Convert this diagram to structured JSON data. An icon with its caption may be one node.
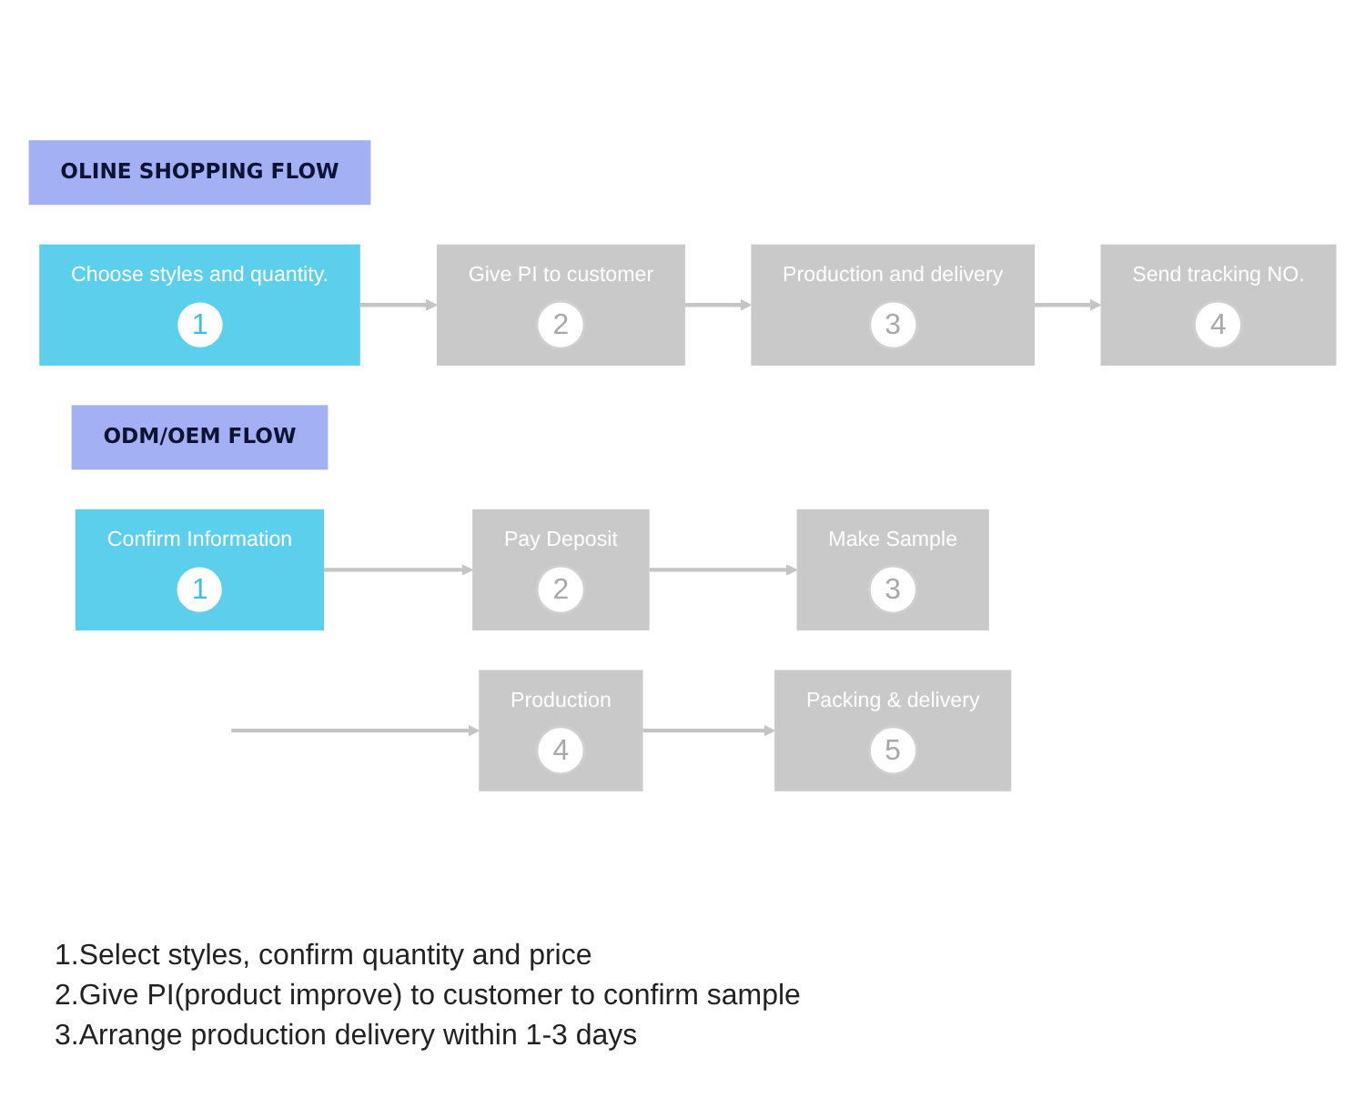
{
  "diagram": {
    "nodes": [
      {
        "text": [
          "OLINE SHOPPING FLOW"
        ]
      },
      {
        "text": [
          "Choose styles and quantity.",
          "1"
        ]
      },
      {
        "text": [
          "Give PI to customer",
          "2"
        ]
      },
      {
        "text": [
          "Production and delivery",
          "3"
        ]
      },
      {
        "text": [
          "Send tracking NO.",
          "4"
        ]
      },
      {
        "text": [
          "ODM/OEM FLOW"
        ]
      },
      {
        "text": [
          "Confirm Information",
          "1"
        ]
      },
      {
        "text": [
          "Pay Deposit",
          "2"
        ]
      },
      {
        "text": [
          "Make Sample",
          "3"
        ]
      },
      {
        "text": [
          "Production",
          "4"
        ]
      },
      {
        "text": [
          "Packing & delivery",
          "5"
        ]
      }
    ],
    "edges": [
      {
        "from": 1,
        "to": 2,
        "arrow": "to"
      },
      {
        "from": 2,
        "to": 3,
        "arrow": "to"
      },
      {
        "from": 3,
        "to": 4,
        "arrow": "to"
      },
      {
        "from": 6,
        "to": 7,
        "arrow": "to"
      },
      {
        "from": 7,
        "to": 8,
        "arrow": "to"
      },
      {
        "from": null,
        "to": 9,
        "arrow": "to"
      },
      {
        "from": 9,
        "to": 10,
        "arrow": "to"
      }
    ],
    "labels": [
      "1.Select styles, confirm quantity and price",
      "2.Give PI(product improve) to customer to confirm sample",
      "3.Arrange production delivery within 1-3 days"
    ]
  }
}
